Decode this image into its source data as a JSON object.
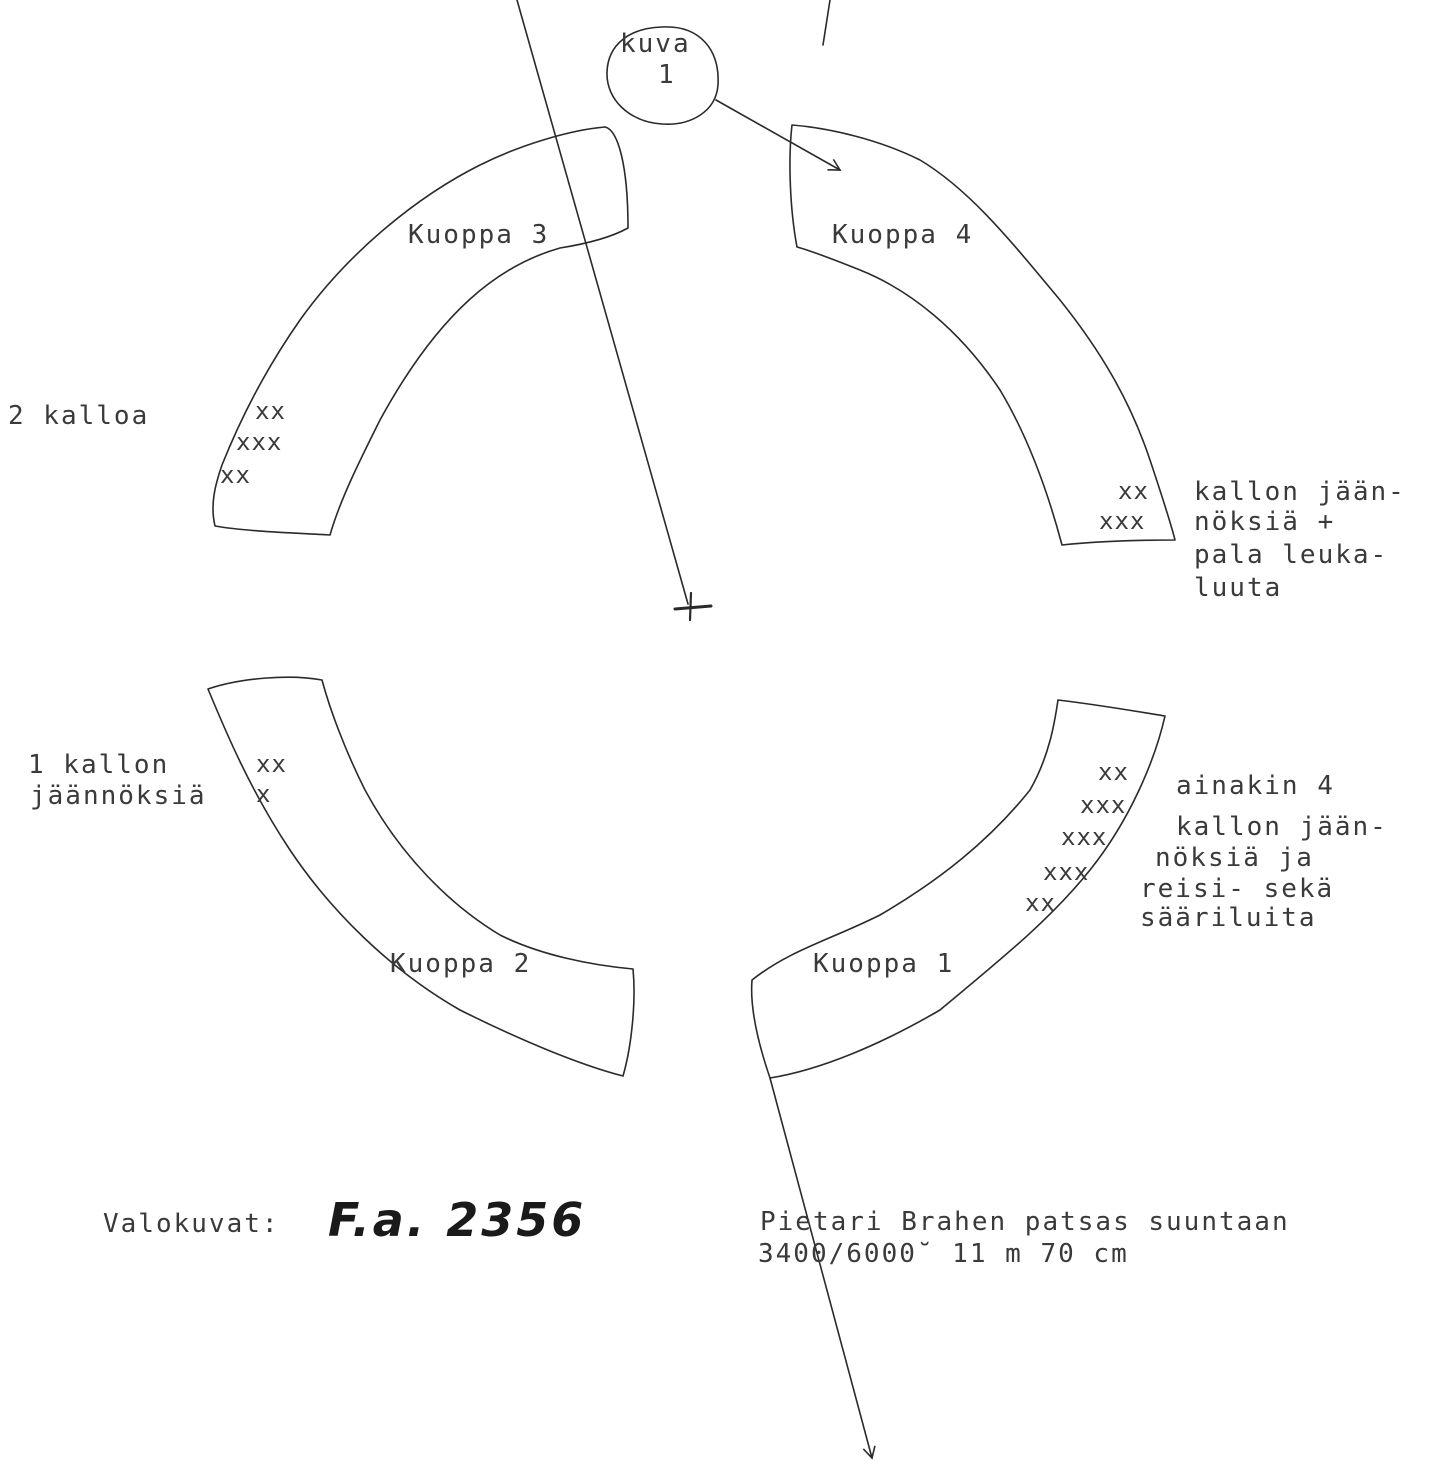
{
  "photo_marker": {
    "line1": "kuva",
    "line2": "1"
  },
  "pits": {
    "pit1": "Kuoppa 1",
    "pit2": "Kuoppa 2",
    "pit3": "Kuoppa 3",
    "pit4": "Kuoppa 4"
  },
  "finds": {
    "pit1": {
      "marks": [
        "xx",
        "xxx",
        "xxx",
        "xxx",
        "xx"
      ],
      "note": [
        "ainakin 4",
        "kallon jään-",
        "nöksiä ja",
        "reisi- sekä",
        "sääriluita"
      ]
    },
    "pit2": {
      "marks": [
        "xx",
        "x"
      ],
      "note": [
        "1 kallon",
        "jäännöksiä"
      ]
    },
    "pit3": {
      "marks": [
        "xx",
        "xxx",
        "xx"
      ],
      "note": [
        "2 kalloa"
      ]
    },
    "pit4": {
      "marks": [
        "xx",
        "xxx"
      ],
      "note": [
        "kallon jään-",
        "nöksiä +",
        "pala leuka-",
        "luuta"
      ]
    }
  },
  "photos": {
    "label": "Valokuvat:",
    "ref": "F.a. 2356"
  },
  "statue_bearing": {
    "line1": "Pietari Brahen patsas suuntaan",
    "line2": "3400/6000˘ 11 m 70 cm"
  }
}
